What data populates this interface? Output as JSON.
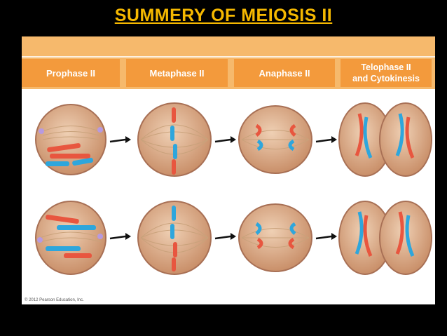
{
  "title": "SUMMERY OF MEIOSIS II",
  "phases": [
    {
      "label": "Prophase II"
    },
    {
      "label": "Metaphase II"
    },
    {
      "label": "Anaphase II"
    },
    {
      "label": "Telophase II\nand Cytokinesis"
    }
  ],
  "copyright": "© 2012 Pearson Education, Inc.",
  "colors": {
    "title": "#f5b800",
    "header_band": "#f6b96c",
    "header_cell": "#f39a3c",
    "cell": "#dcae8c",
    "chrom_red": "#e8563f",
    "chrom_blue": "#2ea6dc",
    "centriole": "#b79ae0"
  }
}
